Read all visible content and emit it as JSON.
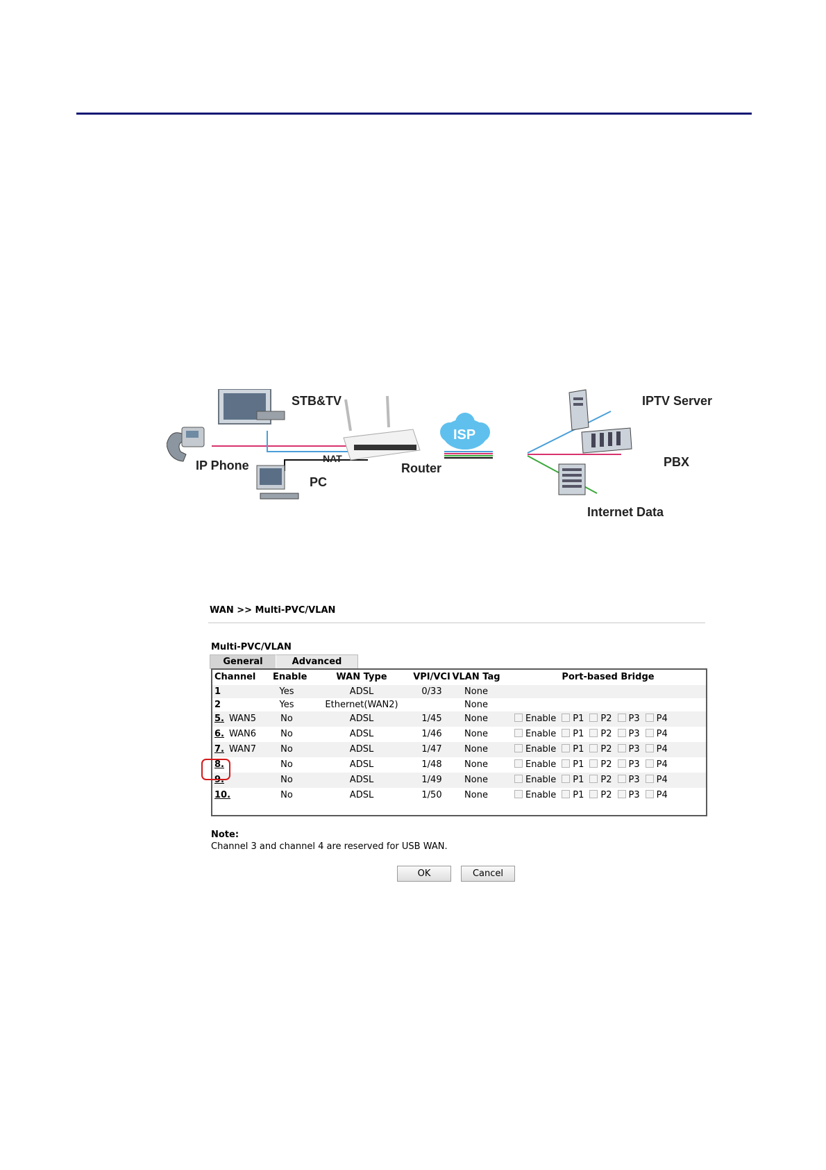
{
  "diagram": {
    "labels": {
      "stb_tv": "STB&TV",
      "ip_phone": "IP Phone",
      "nat": "NAT",
      "pc": "PC",
      "router": "Router",
      "isp": "ISP",
      "iptv_server": "IPTV Server",
      "pbx": "PBX",
      "internet_data": "Internet Data"
    },
    "colors": {
      "blue_line": "#4a9fd8",
      "pink_line": "#d8336e",
      "black_line": "#111111",
      "green_line": "#3aa83a",
      "isp_cloud": "#5fc0ee"
    }
  },
  "ui": {
    "breadcrumb": "WAN >> Multi-PVC/VLAN",
    "section_title": "Multi-PVC/VLAN",
    "tabs": {
      "general": "General",
      "advanced": "Advanced"
    },
    "headers": {
      "channel": "Channel",
      "enable": "Enable",
      "wan_type": "WAN Type",
      "vpi_vci": "VPI/VCI",
      "vlan_tag": "VLAN Tag",
      "port_bridge": "Port-based Bridge"
    },
    "rows": [
      {
        "channel": "1",
        "name": "",
        "enable": "Yes",
        "wan_type": "ADSL",
        "vpi_vci": "0/33",
        "vlan_tag": "None"
      },
      {
        "channel": "2",
        "name": "",
        "enable": "Yes",
        "wan_type": "Ethernet(WAN2)",
        "vpi_vci": "",
        "vlan_tag": "None"
      },
      {
        "channel": "5.",
        "name": "WAN5",
        "enable": "No",
        "wan_type": "ADSL",
        "vpi_vci": "1/45",
        "vlan_tag": "None"
      },
      {
        "channel": "6.",
        "name": "WAN6",
        "enable": "No",
        "wan_type": "ADSL",
        "vpi_vci": "1/46",
        "vlan_tag": "None"
      },
      {
        "channel": "7.",
        "name": "WAN7",
        "enable": "No",
        "wan_type": "ADSL",
        "vpi_vci": "1/47",
        "vlan_tag": "None"
      },
      {
        "channel": "8.",
        "name": "",
        "enable": "No",
        "wan_type": "ADSL",
        "vpi_vci": "1/48",
        "vlan_tag": "None"
      },
      {
        "channel": "9.",
        "name": "",
        "enable": "No",
        "wan_type": "ADSL",
        "vpi_vci": "1/49",
        "vlan_tag": "None"
      },
      {
        "channel": "10.",
        "name": "",
        "enable": "No",
        "wan_type": "ADSL",
        "vpi_vci": "1/50",
        "vlan_tag": "None"
      }
    ],
    "bridge_labels": {
      "enable": "Enable",
      "p1": "P1",
      "p2": "P2",
      "p3": "P3",
      "p4": "P4"
    },
    "note_title": "Note:",
    "note_text": "Channel 3 and channel 4 are reserved for USB WAN.",
    "ok_label": "OK",
    "cancel_label": "Cancel"
  }
}
